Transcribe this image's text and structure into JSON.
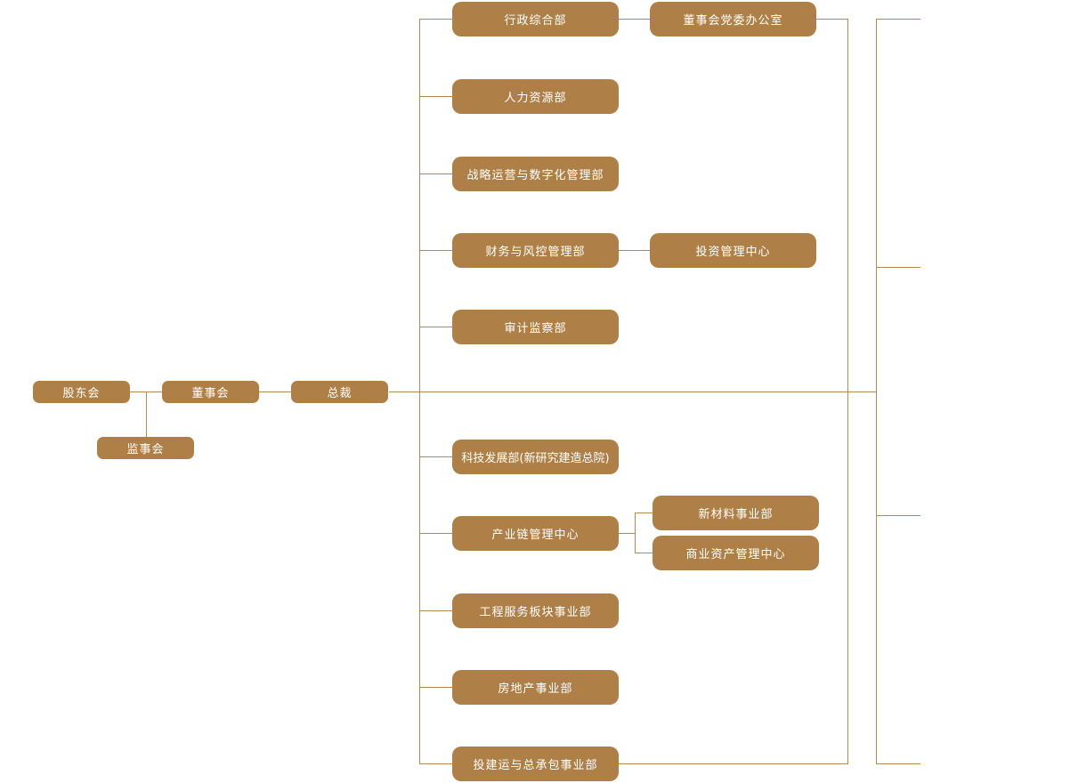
{
  "colors": {
    "node_fill": "#ae8047",
    "node_text": "#ffffff",
    "connector_line": "#b5894f",
    "background": "#ffffff"
  },
  "nodes": {
    "shareholders": {
      "label": "股东会"
    },
    "supervisory": {
      "label": "监事会"
    },
    "board": {
      "label": "董事会"
    },
    "president": {
      "label": "总裁"
    },
    "admin": {
      "label": "行政综合部"
    },
    "hr": {
      "label": "人力资源部"
    },
    "strategy": {
      "label": "战略运营与数字化管理部"
    },
    "finance": {
      "label": "财务与风控管理部"
    },
    "audit": {
      "label": "审计监察部"
    },
    "tech": {
      "label": "科技发展部(新研究建造总院)"
    },
    "industry_chain": {
      "label": "产业链管理中心"
    },
    "engineering": {
      "label": "工程服务板块事业部"
    },
    "real_estate": {
      "label": "房地产事业部"
    },
    "invest_build": {
      "label": "投建运与总承包事业部"
    },
    "party_office": {
      "label": "董事会党委办公室"
    },
    "investment_center": {
      "label": "投资管理中心"
    },
    "new_materials": {
      "label": "新材料事业部"
    },
    "commercial_assets": {
      "label": "商业资产管理中心"
    }
  },
  "hierarchy": {
    "股东会": [
      "董事会",
      "监事会"
    ],
    "董事会": [
      "总裁"
    ],
    "总裁": [
      "行政综合部",
      "人力资源部",
      "战略运营与数字化管理部",
      "财务与风控管理部",
      "审计监察部",
      "科技发展部(新研究建造总院)",
      "产业链管理中心",
      "工程服务板块事业部",
      "房地产事业部",
      "投建运与总承包事业部"
    ],
    "行政综合部": [
      "董事会党委办公室"
    ],
    "财务与风控管理部": [
      "投资管理中心"
    ],
    "产业链管理中心": [
      "新材料事业部",
      "商业资产管理中心"
    ]
  }
}
